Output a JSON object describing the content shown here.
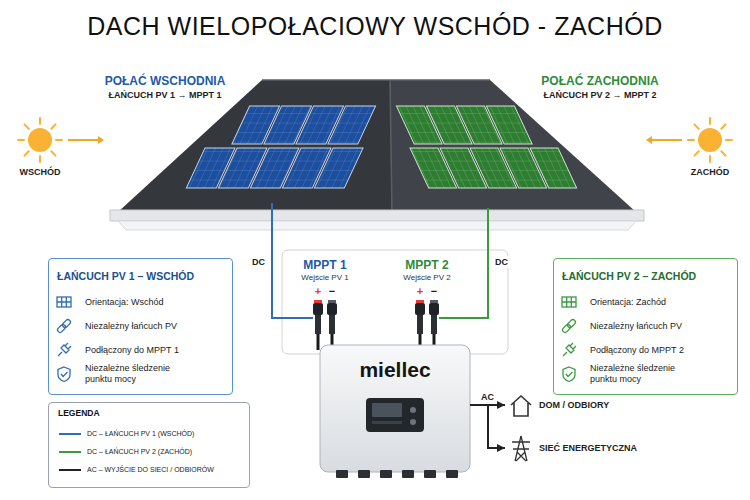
{
  "diagram": {
    "title": "DACH WIELOPOŁACIOWY WSCHÓD - ZACHÓD",
    "nodes": [
      {
        "text": [
          "POŁAĆ WSCHODNIA",
          "ŁAŃCUCH PV 1 → MPPT 1"
        ]
      },
      {
        "text": [
          "POŁAĆ ZACHODNIA",
          "ŁAŃCUCH PV 2 → MPPT 2"
        ]
      },
      {
        "text": [
          "ŁAŃCUCH PV 1 – WSCHÓD",
          "Orientacja: Wschód",
          "Niezależny łańcuch PV",
          "Podłączony do MPPT 1",
          "Niezależne śledzenie punktu mocy"
        ]
      },
      {
        "text": [
          "MPPT 1",
          "Wejście PV 1"
        ]
      },
      {
        "text": [
          "MPPT 2",
          "Wejście PV 2"
        ]
      },
      {
        "text": [
          "ŁAŃCUCH PV 2 – ZACHÓD",
          "Orientacja: Zachód",
          "Niezależny łańcuch PV",
          "Podłączony do MPPT 2",
          "Niezależne śledzenie punktu mocy"
        ]
      },
      {
        "text": [
          "miellec"
        ]
      },
      {
        "text": [
          "DOM / ODBIORY"
        ]
      },
      {
        "text": [
          "SIEĆ ENERGETYCZNA"
        ]
      }
    ],
    "edges": [
      {
        "from": 0,
        "to": 3,
        "arrow": "none",
        "label": "DC"
      },
      {
        "from": 1,
        "to": 4,
        "arrow": "none",
        "label": "DC"
      },
      {
        "from": 6,
        "to": 7,
        "arrow": "to",
        "label": "AC"
      },
      {
        "from": 6,
        "to": 8,
        "arrow": "to"
      }
    ],
    "labels": [
      "WSCHÓD",
      "ZACHÓD",
      "+",
      "−",
      "+",
      "−",
      "LEGENDA"
    ],
    "legend": [
      {
        "text": "DC – ŁAŃCUCH PV 1 (WSCHÓD)"
      },
      {
        "text": "DC – ŁAŃCUCH PV 2 (ZACHÓD)"
      },
      {
        "text": "AC – WYJŚCIE DO SIECI / ODBIORÓW"
      }
    ]
  }
}
